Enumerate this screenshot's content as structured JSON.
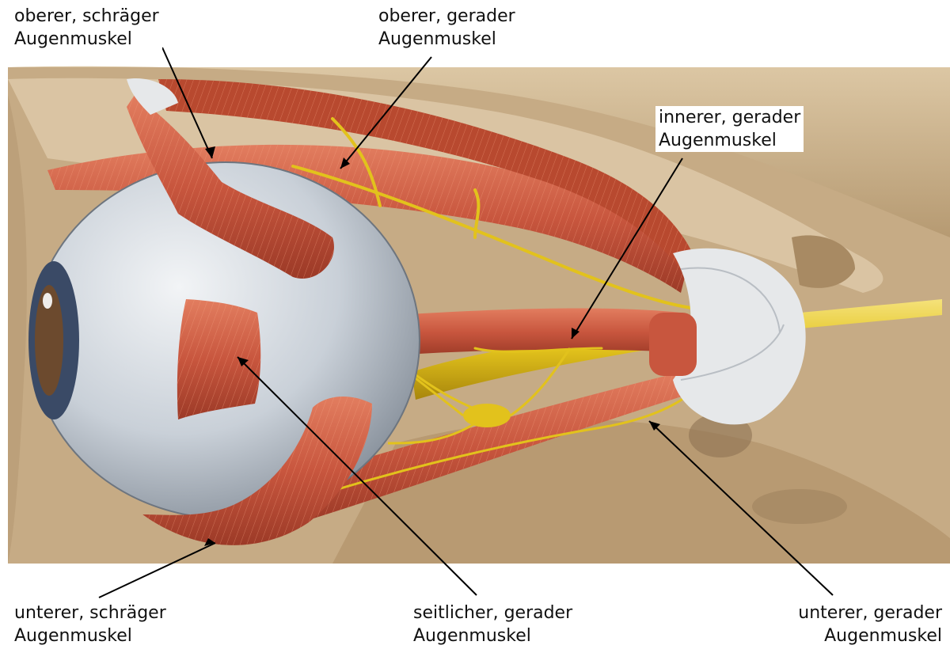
{
  "labels": {
    "superior_oblique": {
      "line1": "oberer, schräger",
      "line2": "Augenmuskel"
    },
    "superior_rectus": {
      "line1": "oberer, gerader",
      "line2": "Augenmuskel"
    },
    "medial_rectus": {
      "line1": "innerer, gerader",
      "line2": "Augenmuskel"
    },
    "inferior_oblique": {
      "line1": "unterer, schräger",
      "line2": "Augenmuskel"
    },
    "lateral_rectus": {
      "line1": "seitlicher, gerader",
      "line2": "Augenmuskel"
    },
    "inferior_rectus": {
      "line1": "unterer, gerader",
      "line2": "Augenmuskel"
    }
  },
  "colors": {
    "bone": "#cdb592",
    "bone_dark": "#a88a63",
    "muscle": "#c8563e",
    "muscle_light": "#e07a5c",
    "nerve": "#e2c21c",
    "sclera": "#c9d0d8",
    "tendon": "#e6e8ea",
    "background": "#ffffff",
    "text": "#111111"
  }
}
